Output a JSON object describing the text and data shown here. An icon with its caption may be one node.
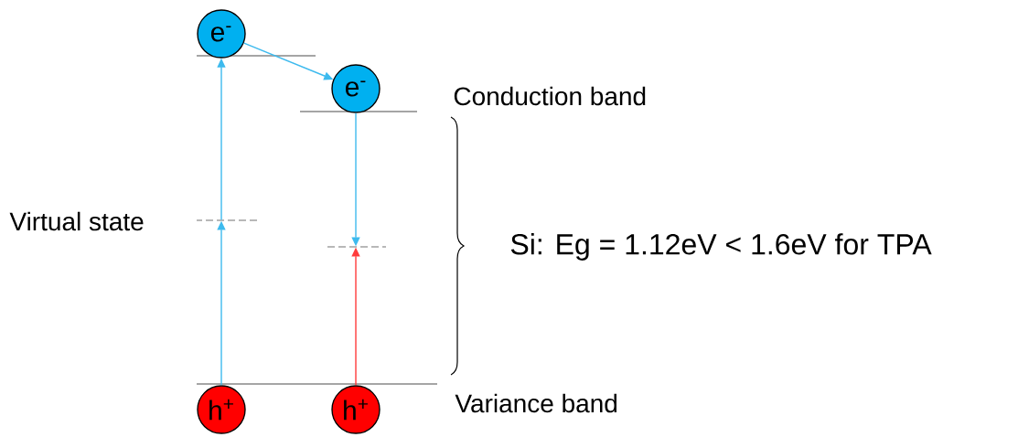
{
  "diagram": {
    "nodes": [
      {
        "text": [
          "e$^{-}$"
        ]
      },
      {
        "text": [
          "e$^{-}$"
        ]
      },
      {
        "text": [
          "h$^{+}$"
        ]
      },
      {
        "text": [
          "h$^{+}$"
        ]
      },
      {
        "text": [],
        "shape": "bar"
      },
      {
        "text": [],
        "shape": "bar"
      }
    ],
    "edges": [
      {
        "from": 2,
        "to": 4,
        "arrow": "to"
      },
      {
        "from": 4,
        "to": 0,
        "arrow": "to"
      },
      {
        "from": 0,
        "to": 1,
        "arrow": "to"
      },
      {
        "from": 1,
        "to": 5,
        "arrow": "to"
      },
      {
        "from": 3,
        "to": 5,
        "arrow": "to",
        "color": "#ff3b3b"
      }
    ],
    "labels": [
      "Conduction band",
      "Virtual state",
      "Si: Eg = 1.12eV < 1.6eV for TPA",
      "Variance band"
    ]
  }
}
